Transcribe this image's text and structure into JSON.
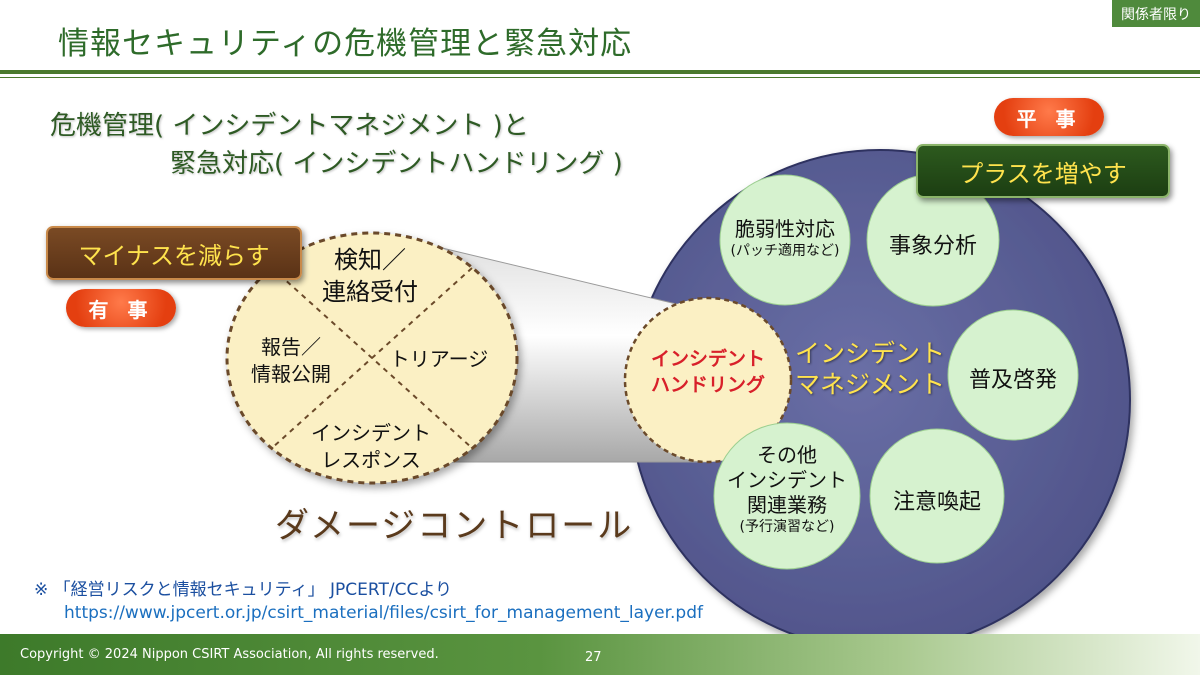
{
  "header": {
    "title": "情報セキュリティの危機管理と緊急対応",
    "badge": "関係者限り"
  },
  "subtitle": {
    "line1": "危機管理( インシデントマネジメント )と",
    "line2": "緊急対応( インシデントハンドリング )"
  },
  "left": {
    "minus_label": "マイナスを減らす",
    "emergency_pill": "有 事",
    "quadrants": {
      "top_line1": "検知／",
      "top_line2": "連絡受付",
      "left_line1": "報告／",
      "left_line2": "情報公開",
      "right": "トリアージ",
      "bottom_line1": "インシデント",
      "bottom_line2": "レスポンス"
    },
    "damage_control": "ダメージコントロール"
  },
  "right": {
    "normal_pill": "平 事",
    "plus_label": "プラスを増やす",
    "center_handling_line1": "インシデント",
    "center_handling_line2": "ハンドリング",
    "management_line1": "インシデント",
    "management_line2": "マネジメント",
    "circles": {
      "vuln_line1": "脆弱性対応",
      "vuln_line2": "(パッチ適用など)",
      "event_analysis": "事象分析",
      "awareness": "普及啓発",
      "alert": "注意喚起",
      "other_line1": "その他",
      "other_line2": "インシデント",
      "other_line3": "関連業務",
      "other_line4": "(予行演習など)"
    }
  },
  "footnote": {
    "text": "※ 「経営リスクと情報セキュリティ」 JPCERT/CCより",
    "url": "https://www.jpcert.or.jp/csirt_material/files/csirt_for_management_layer.pdf"
  },
  "footer": {
    "copyright": "Copyright © 2024 Nippon CSIRT Association, All rights reserved.",
    "page": "27"
  },
  "colors": {
    "title_green": "#2e6b2a",
    "big_circle": "#5a5e94",
    "small_circle": "#d6f2cf",
    "cream_circle": "#fbf0c4",
    "red_pill": "#e43f10",
    "yellow_text": "#ffe34d",
    "handling_red": "#d8202a"
  }
}
